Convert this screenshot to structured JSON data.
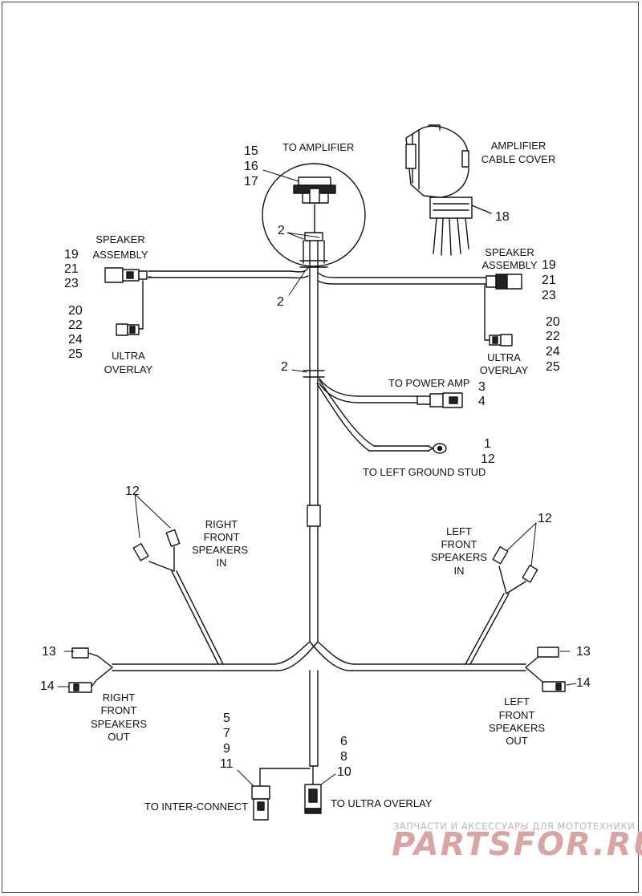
{
  "labels": {
    "to_amplifier": "TO AMPLIFIER",
    "amplifier_cable_cover": [
      "AMPLIFIER",
      "CABLE COVER"
    ],
    "speaker_assembly": [
      "SPEAKER",
      "ASSEMBLY"
    ],
    "ultra_overlay": [
      "ULTRA",
      "OVERLAY"
    ],
    "to_power_amp": "TO POWER AMP",
    "to_left_ground_stud": "TO LEFT GROUND STUD",
    "right_front_speakers_in": [
      "RIGHT",
      "FRONT",
      "SPEAKERS",
      "IN"
    ],
    "left_front_speakers_in": [
      "LEFT",
      "FRONT",
      "SPEAKERS",
      "IN"
    ],
    "right_front_speakers_out": [
      "RIGHT",
      "FRONT",
      "SPEAKERS",
      "OUT"
    ],
    "left_front_speakers_out": [
      "LEFT",
      "FRONT",
      "SPEAKERS",
      "OUT"
    ],
    "to_inter_connect": "TO INTER-CONNECT",
    "to_ultra_overlay": "TO ULTRA OVERLAY"
  },
  "callouts": {
    "amp_connector": [
      "15",
      "16",
      "17"
    ],
    "cable_cover": "18",
    "clips": "2",
    "speaker_left_top": [
      "19",
      "21",
      "23"
    ],
    "speaker_left_bottom": [
      "20",
      "22",
      "24",
      "25"
    ],
    "speaker_right_top": [
      "19",
      "21",
      "23"
    ],
    "speaker_right_bottom": [
      "20",
      "22",
      "24",
      "25"
    ],
    "power_amp": [
      "3",
      "4"
    ],
    "ground_stud": [
      "1",
      "12"
    ],
    "front_in": "12",
    "speaker_out_top": "13",
    "speaker_out_bottom": "14",
    "inter_connect": [
      "5",
      "7",
      "9",
      "11"
    ],
    "ultra_overlay_conn": [
      "6",
      "8",
      "10"
    ]
  },
  "watermark": {
    "text": "ЗАПЧАСТИ И АКСЕССУАРЫ ДЛЯ МОТОТЕХНИКИ",
    "logo": "PARTSFOR.RU"
  }
}
